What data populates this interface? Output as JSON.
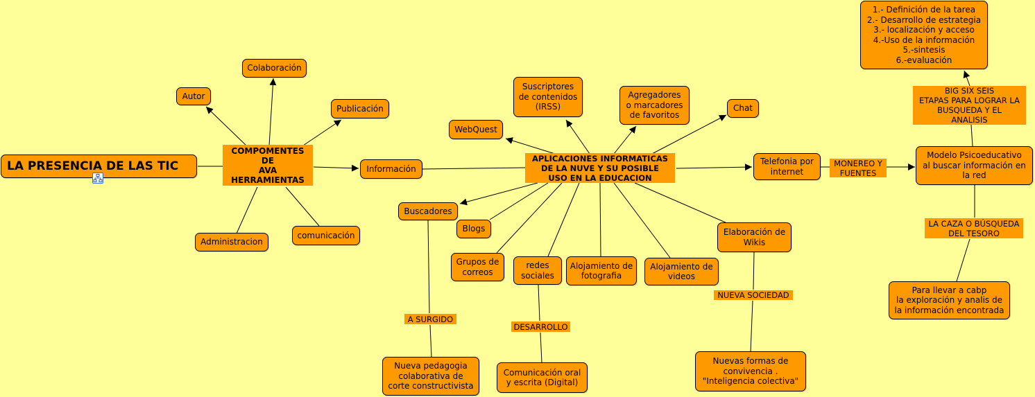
{
  "title": "LA PRESENCIA DE LAS TIC",
  "icons": {
    "submap": "concept-map-icon"
  },
  "colors": {
    "background": "#ffff99",
    "node_fill": "#ff9900",
    "line": "#000000"
  },
  "nodes": {
    "componentes": "COMPOMENTES DE\nAVA\nHERRAMIENTAS",
    "autor": "Autor",
    "colaboracion": "Colaboración",
    "publicacion": "Publicación",
    "administracion": "Administracion",
    "comunicacion": "comunicación",
    "informacion": "Información",
    "aplicaciones": "APLICACIONES INFORMATICAS\nDE LA NUVE Y SU POSIBLE\nUSO EN LA EDUCACION",
    "webquest": "WebQuest",
    "suscriptores": "Suscriptores\nde contenidos\n(IRSS)",
    "agregadores": "Agregadores\no marcadores\nde favoritos",
    "chat": "Chat",
    "buscadores": "Buscadores",
    "blogs": "Blogs",
    "grupos": "Grupos de\ncorreos",
    "redes": "redes\nsociales",
    "alojamiento_foto": "Alojamiento de\nfotografia",
    "alojamiento_video": "Alojamiento de\nvideos",
    "wikis": "Elaboración de\nWikis",
    "telefonia": "Telefonia por\ninternet",
    "modelo": "Modelo Psicoeducativo\nal buscar información en\nla red",
    "big6": "1.- Definición de la tarea\n2.- Desarrollo de estrategia\n3.-  localización y acceso\n4.-Uso de la información\n5.-sintesis\n6.-evaluación",
    "para_llevar": "Para llevar a cabp\nla exploración y analis de\nla información encontrada",
    "nueva_pedagogia": "Nueva pedagogia\ncolaborativa de\ncorte constructivista",
    "comunicacion_oral": "Comunicación oral\ny escrita (Digital)",
    "nuevas_formas": "Nuevas formas de\nconvivencia .\n\"Inteligencia colectiva\""
  },
  "link_labels": {
    "monereo": "MONEREO  Y\nFUENTES",
    "big_six": "BIG SIX SEIS\nETAPAS PARA LOGRAR LA\nBUSQUEDA Y EL\nANALISIS",
    "caza": "LA CAZA O BÚSQUEDA\nDEL TESORO",
    "surgido": "A SURGIDO",
    "desarrollo": "DESARROLLO",
    "nueva_sociedad": "NUEVA SOCIEDAD"
  }
}
